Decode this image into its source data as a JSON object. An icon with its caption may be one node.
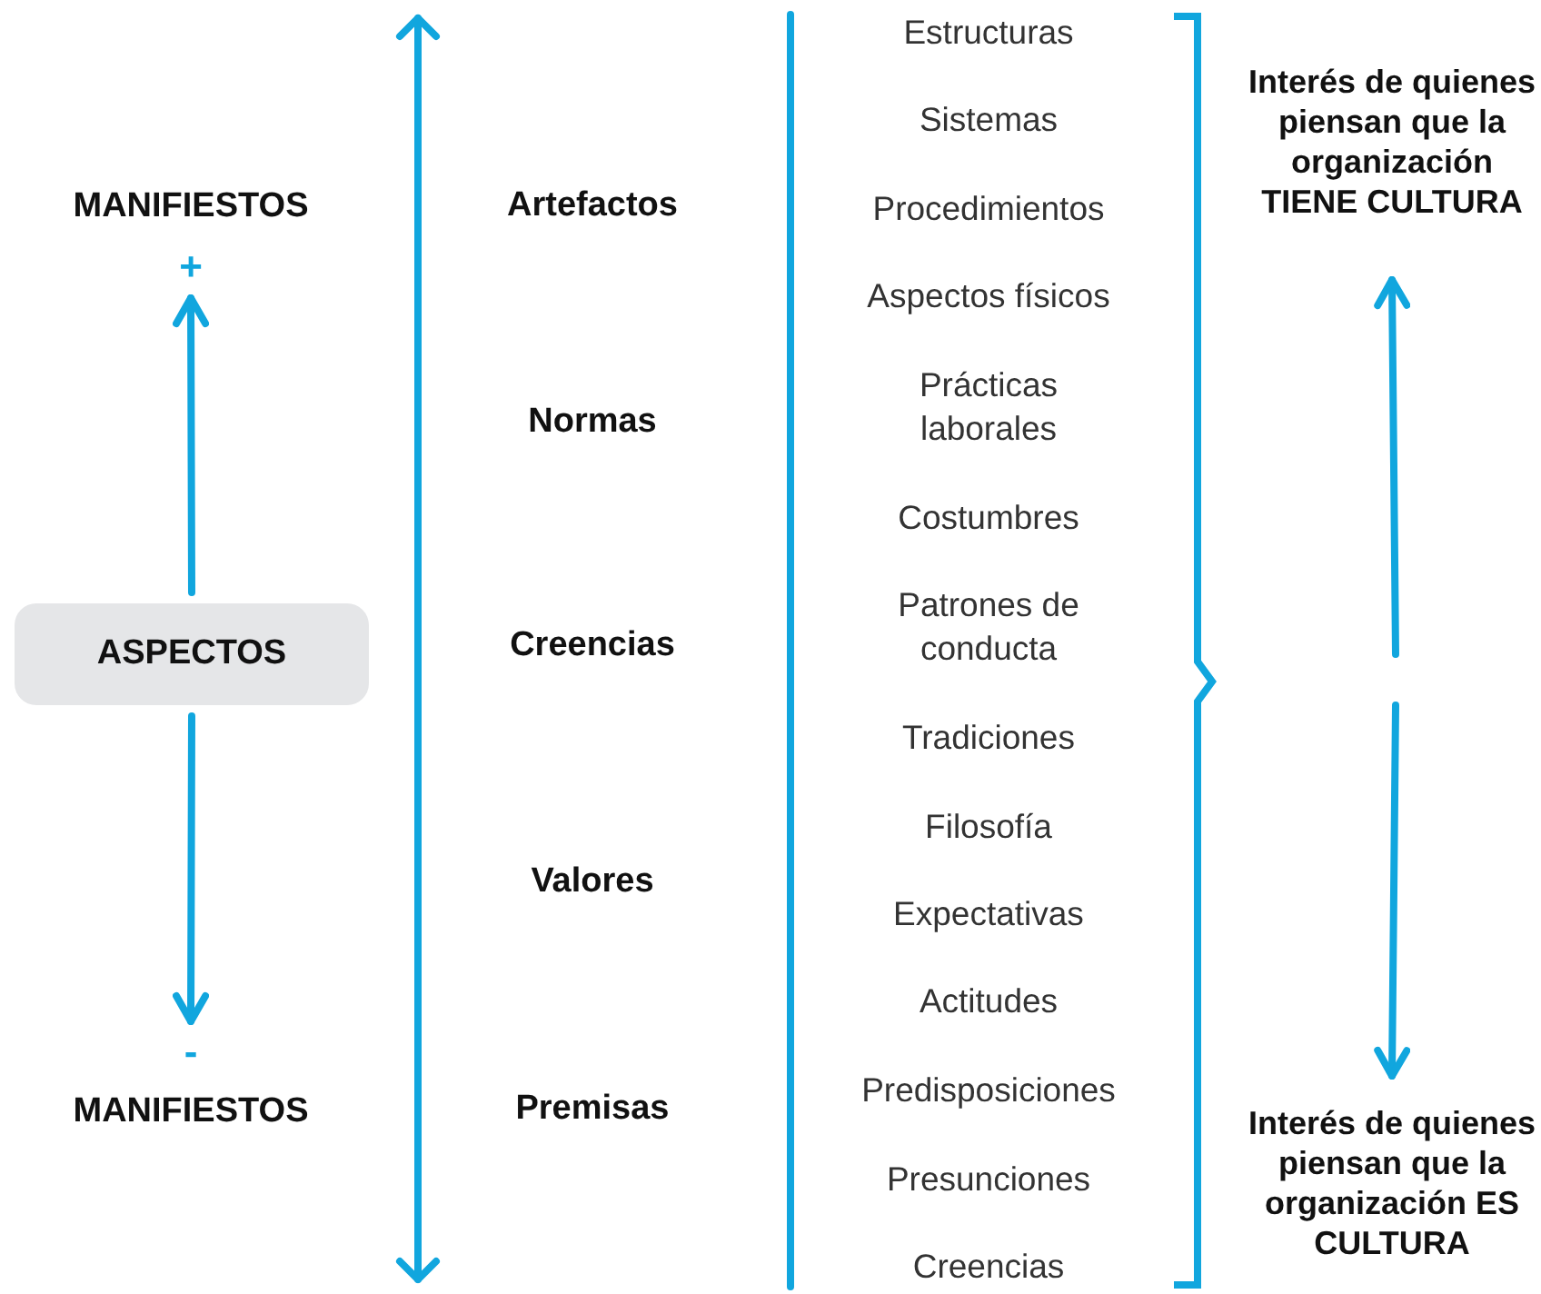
{
  "diagram": {
    "nodes": [
      {
        "text": [
          "MANIFIESTOS",
          "+"
        ]
      },
      {
        "text": [
          "ASPECTOS"
        ]
      },
      {
        "text": [
          "-",
          "MANIFIESTOS"
        ]
      },
      {
        "text": [
          "Interés de quienes piensan que la organización TIENE CULTURA"
        ]
      },
      {
        "text": [
          "Interés de quienes piensan que la organización ES CULTURA"
        ]
      }
    ],
    "edges": [
      {
        "from": 1,
        "to": 0,
        "arrow": "to"
      },
      {
        "from": 1,
        "to": 2,
        "arrow": "to"
      },
      {
        "from": null,
        "to": 3,
        "arrow": "to"
      },
      {
        "from": null,
        "to": 4,
        "arrow": "to"
      }
    ],
    "labels": [
      "Artefactos",
      "Normas",
      "Creencias",
      "Valores",
      "Premisas",
      "Estructuras",
      "Sistemas",
      "Procedimientos",
      "Aspectos físicos",
      "Prácticas laborales",
      "Costumbres",
      "Patrones de conducta",
      "Tradiciones",
      "Filosofía",
      "Expectativas",
      "Actitudes",
      "Predisposiciones",
      "Presunciones",
      "Creencias"
    ]
  }
}
